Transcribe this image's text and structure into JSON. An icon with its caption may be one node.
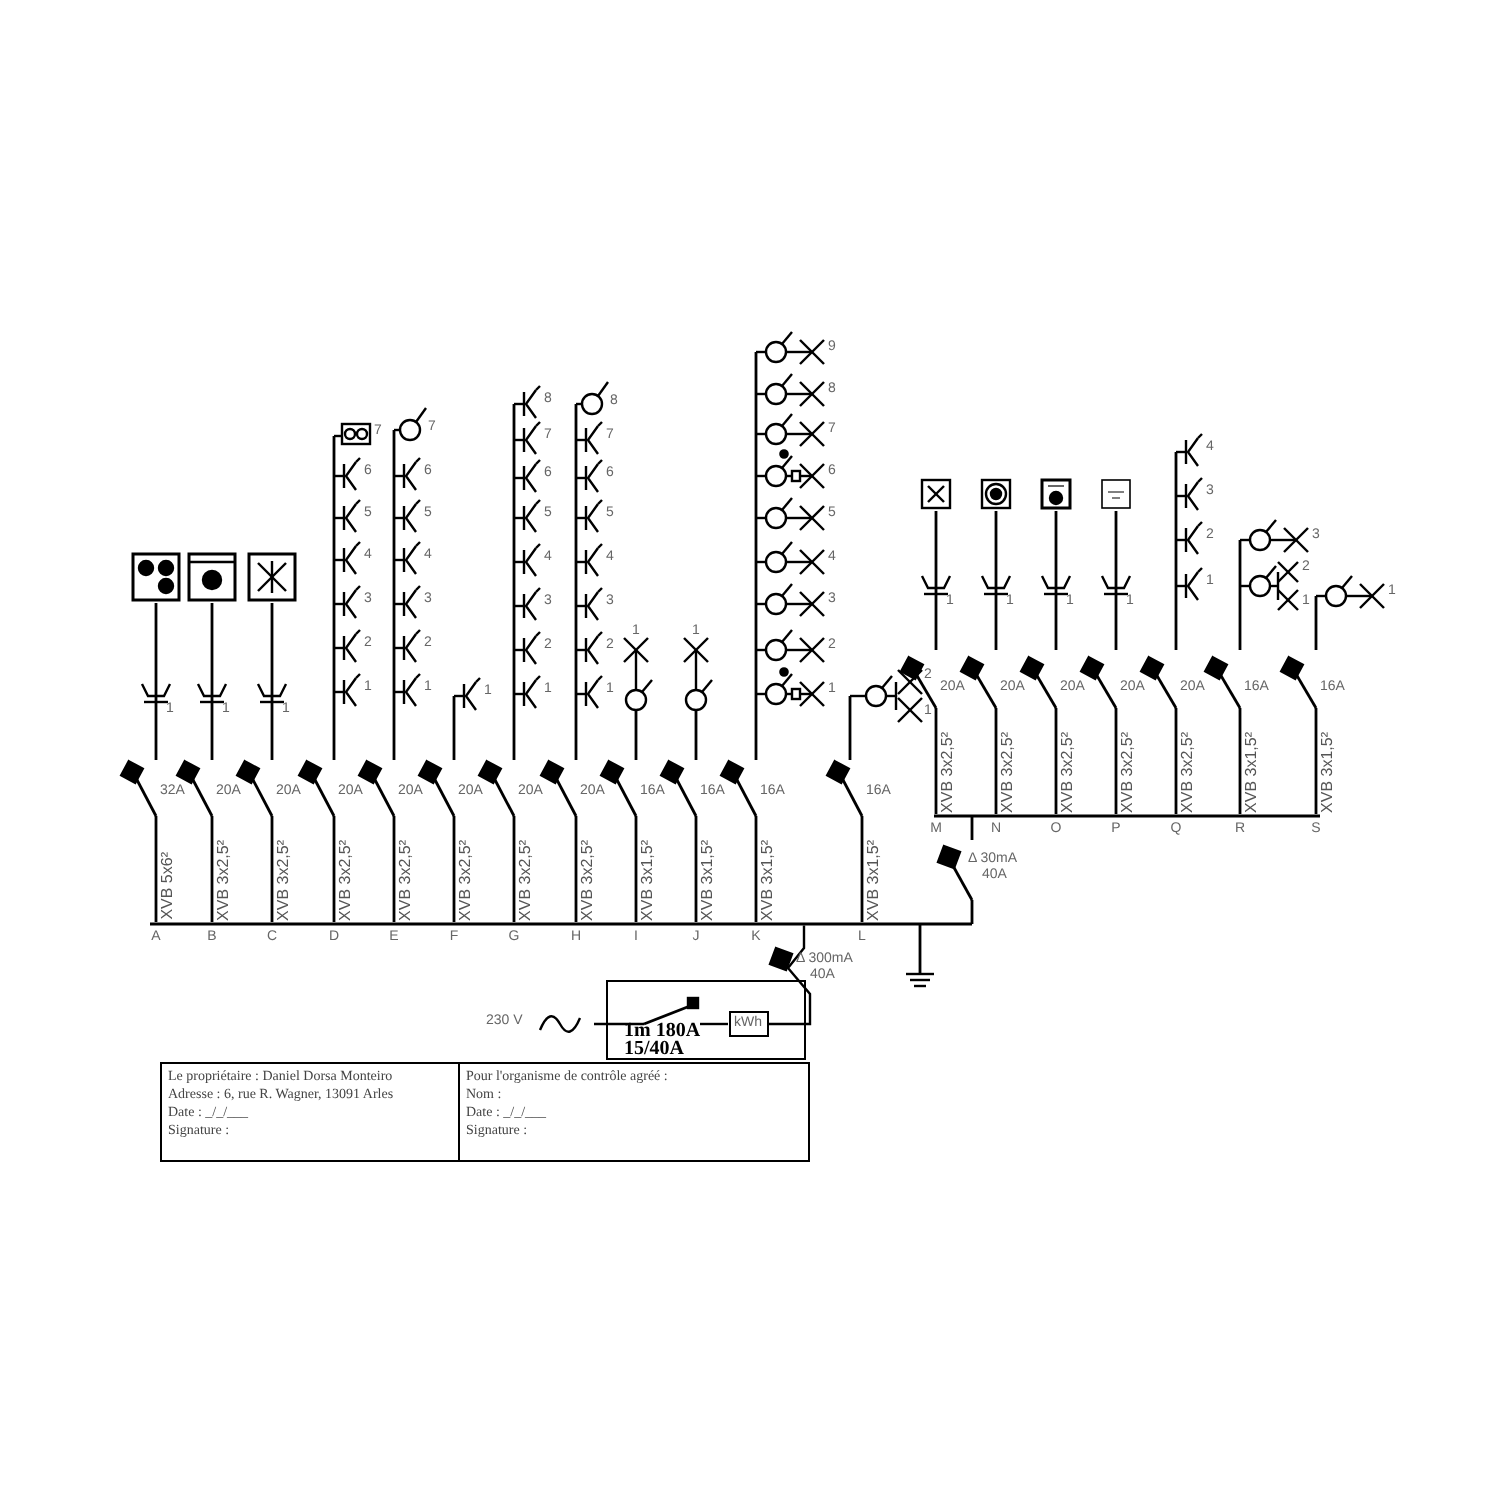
{
  "diagram": {
    "nodes": [
      {
        "text": [
          "1m 180A",
          "15/40A"
        ]
      },
      {
        "text": [
          "Le propriétaire : Daniel Dorsa Monteiro",
          "Adresse : 6, rue R. Wagner, 13091 Arles",
          "Date : _/_/___",
          "Signature :"
        ]
      },
      {
        "text": [
          "Pour l'organisme de contrôle agréé :",
          "Nom :",
          "Date : _/_/___",
          "Signature :"
        ]
      }
    ],
    "labels": [
      "1",
      "32A",
      "XVB 5x6²",
      "A",
      "1",
      "20A",
      "XVB 3x2,5²",
      "B",
      "1",
      "20A",
      "XVB 3x2,5²",
      "C",
      "7",
      "6",
      "5",
      "4",
      "3",
      "2",
      "1",
      "20A",
      "XVB 3x2,5²",
      "D",
      "7",
      "6",
      "5",
      "4",
      "3",
      "2",
      "1",
      "20A",
      "XVB 3x2,5²",
      "E",
      "1",
      "20A",
      "XVB 3x2,5²",
      "F",
      "8",
      "7",
      "6",
      "5",
      "4",
      "3",
      "2",
      "1",
      "20A",
      "XVB 3x2,5²",
      "G",
      "8",
      "7",
      "6",
      "5",
      "4",
      "3",
      "2",
      "1",
      "20A",
      "XVB 3x2,5²",
      "H",
      "1",
      "16A",
      "XVB 3x1,5²",
      "I",
      "1",
      "16A",
      "XVB 3x1,5²",
      "J",
      "9",
      "8",
      "7",
      "6",
      "5",
      "4",
      "3",
      "2",
      "1",
      "16A",
      "XVB 3x1,5²",
      "K",
      "2",
      "1",
      "16A",
      "XVB 3x1,5²",
      "L",
      "1",
      "20A",
      "XVB 3x2,5²",
      "M",
      "1",
      "20A",
      "XVB 3x2,5²",
      "N",
      "1",
      "20A",
      "XVB 3x2,5²",
      "O",
      "1",
      "20A",
      "XVB 3x2,5²",
      "P",
      "4",
      "3",
      "2",
      "1",
      "20A",
      "XVB 3x2,5²",
      "Q",
      "3",
      "2",
      "1",
      "16A",
      "XVB 3x1,5²",
      "R",
      "1",
      "16A",
      "XVB 3x1,5²",
      "S",
      "Δ 30mA",
      "40A",
      "230 V",
      "Δ 300mA",
      "40A",
      "kWh"
    ]
  }
}
